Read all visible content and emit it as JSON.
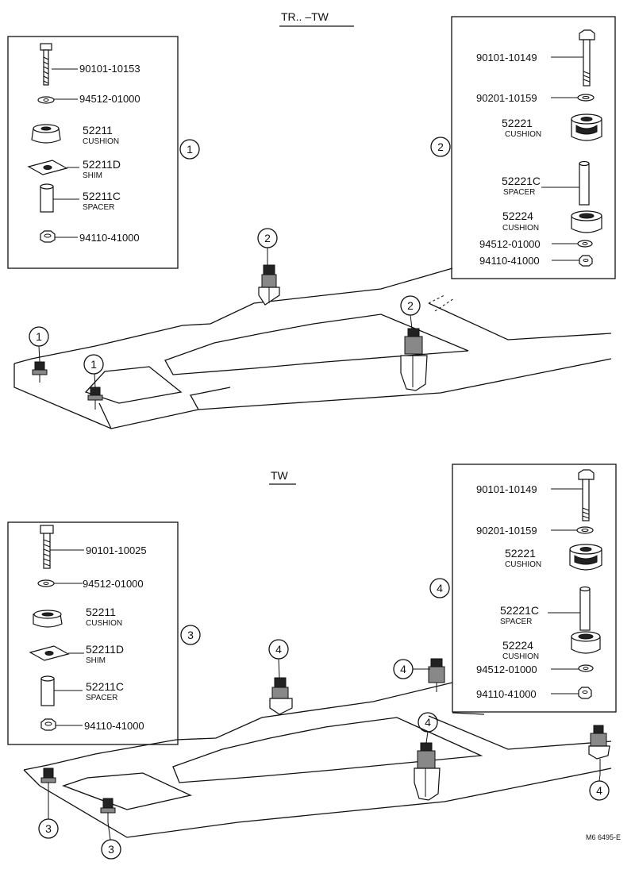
{
  "headers": {
    "top": "TR..  –TW",
    "bottom": "TW"
  },
  "footer": "M6  6495-E",
  "callouts": [
    "1",
    "2",
    "3",
    "4"
  ],
  "box1": {
    "items": [
      {
        "number": "90101-10153",
        "name": ""
      },
      {
        "number": "94512-01000",
        "name": ""
      },
      {
        "number": "52211",
        "name": "CUSHION"
      },
      {
        "number": "52211D",
        "name": "SHIM"
      },
      {
        "number": "52211C",
        "name": "SPACER"
      },
      {
        "number": "94110-41000",
        "name": ""
      }
    ]
  },
  "box2": {
    "items": [
      {
        "number": "90101-10149",
        "name": ""
      },
      {
        "number": "90201-10159",
        "name": ""
      },
      {
        "number": "52221",
        "name": "CUSHION"
      },
      {
        "number": "52221C",
        "name": "SPACER"
      },
      {
        "number": "52224",
        "name": "CUSHION"
      },
      {
        "number": "94512-01000",
        "name": ""
      },
      {
        "number": "94110-41000",
        "name": ""
      }
    ]
  },
  "box3": {
    "items": [
      {
        "number": "90101-10025",
        "name": ""
      },
      {
        "number": "94512-01000",
        "name": ""
      },
      {
        "number": "52211",
        "name": "CUSHION"
      },
      {
        "number": "52211D",
        "name": "SHIM"
      },
      {
        "number": "52211C",
        "name": "SPACER"
      },
      {
        "number": "94110-41000",
        "name": ""
      }
    ]
  },
  "box4": {
    "items": [
      {
        "number": "90101-10149",
        "name": ""
      },
      {
        "number": "90201-10159",
        "name": ""
      },
      {
        "number": "52221",
        "name": "CUSHION"
      },
      {
        "number": "52221C",
        "name": "SPACER"
      },
      {
        "number": "52224",
        "name": "CUSHION"
      },
      {
        "number": "94512-01000",
        "name": ""
      },
      {
        "number": "94110-41000",
        "name": ""
      }
    ]
  }
}
